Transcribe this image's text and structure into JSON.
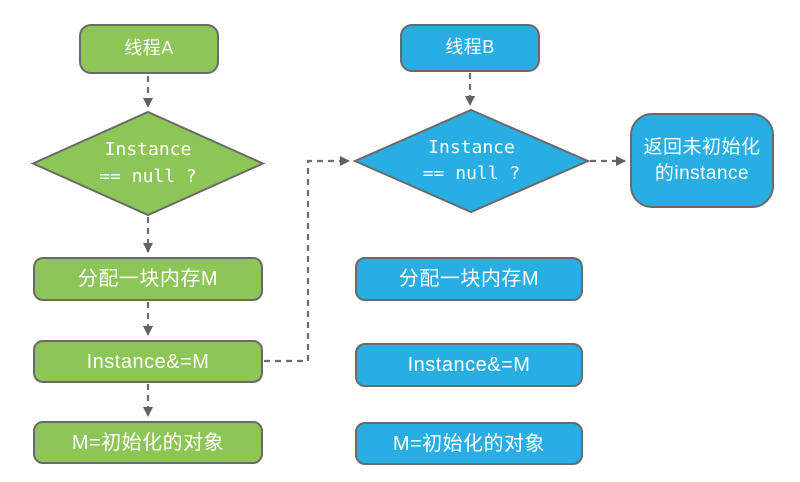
{
  "colors": {
    "thread_a_fill": "#8EC557",
    "thread_b_fill": "#29AEE4",
    "node_border": "#6A6A6A",
    "connector": "#6E6E6E",
    "node_text": "#FFFFFF",
    "background": "#FFFFFF"
  },
  "thread_a": {
    "title": "线程A",
    "decision": {
      "line1": "Instance",
      "line2": "== null ?"
    },
    "steps": [
      "分配一块内存M",
      "Instance&=M",
      "M=初始化的对象"
    ]
  },
  "thread_b": {
    "title": "线程B",
    "decision": {
      "line1": "Instance",
      "line2": "== null ?"
    },
    "steps": [
      "分配一块内存M",
      "Instance&=M",
      "M=初始化的对象"
    ],
    "result": {
      "line1": "返回未初始化",
      "line2": "的instance"
    }
  }
}
